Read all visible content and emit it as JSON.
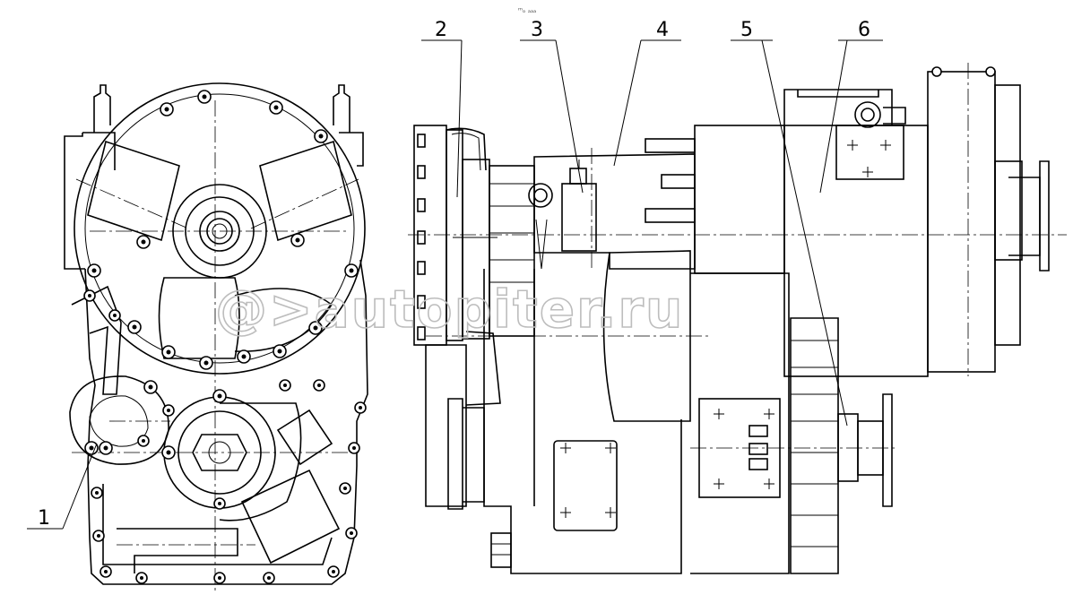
{
  "drawing": {
    "top_note": "ᵐₒ ₐₐₐ",
    "watermark": "@>autopiter.ru",
    "callouts": [
      {
        "id": "1",
        "label": "1"
      },
      {
        "id": "2",
        "label": "2"
      },
      {
        "id": "3",
        "label": "3"
      },
      {
        "id": "4",
        "label": "4"
      },
      {
        "id": "5",
        "label": "5"
      },
      {
        "id": "6",
        "label": "6"
      }
    ]
  },
  "colors": {
    "line": "#000000",
    "background": "#ffffff",
    "watermark": "#bdbdbd"
  }
}
